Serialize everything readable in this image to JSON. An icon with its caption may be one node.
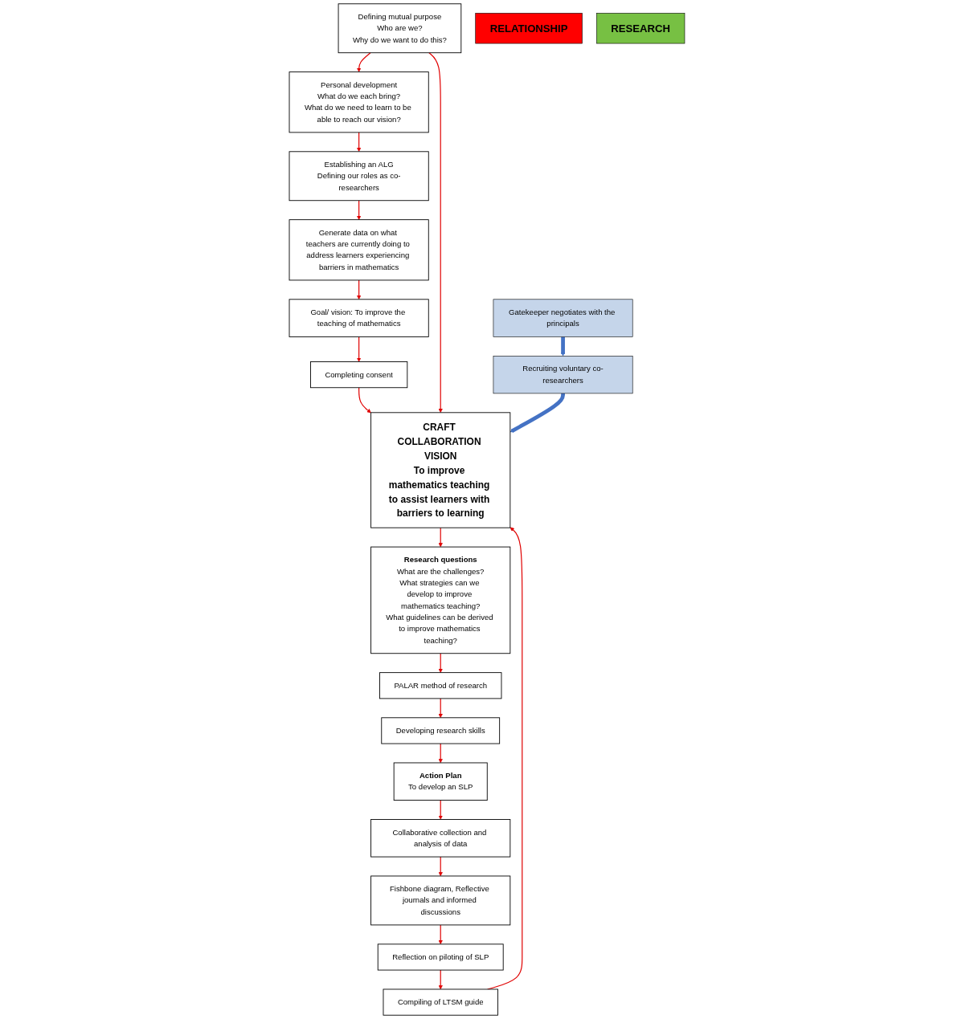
{
  "diagram": {
    "nodes": [
      {
        "text": [
          "Generate data on what teachers are currently doing to address learners experiencing barriers in mathematics"
        ]
      },
      {
        "text": [
          "Establishing an ALG",
          "Defining our roles as co-researchers"
        ]
      },
      {
        "text": [
          "Personal development",
          "What do we each bring?",
          "What do we need to learn to be able to reach our vision?"
        ]
      },
      {
        "text": [
          "Defining mutual purpose",
          "Who are we?",
          "Why do we want to do this?"
        ]
      },
      {
        "text": [
          "CRAFT COLLABORATION VISION",
          "To improve mathematics teaching to assist learners with barriers to learning"
        ]
      },
      {
        "text": [
          "Research questions",
          "What are the challenges?",
          "What strategies can we develop to improve mathematics teaching?",
          "What guidelines can be derived to improve mathematics teaching?"
        ]
      },
      {
        "text": [
          "PALAR method of research"
        ]
      },
      {
        "text": [
          "Developing research skills"
        ]
      },
      {
        "text": [
          "Action Plan",
          "To develop an SLP"
        ]
      },
      {
        "text": [
          "Collaborative collection and analysis of data"
        ]
      },
      {
        "text": [
          "Fishbone diagram, Reflective journals and informed discussions"
        ]
      },
      {
        "text": [
          "Reflection on piloting of SLP"
        ]
      },
      {
        "text": [
          "Compiling of LTSM guide"
        ]
      },
      {
        "text": [
          "Completing consent"
        ]
      },
      {
        "text": [
          "Goal/ vision: To improve the teaching of mathematics"
        ]
      },
      {
        "text": [
          "Gatekeeper negotiates with the principals"
        ]
      },
      {
        "text": [
          "Recruiting voluntary co-researchers"
        ]
      },
      {
        "text": [
          "RELATIONSHIP"
        ]
      },
      {
        "text": [
          "RESEARCH"
        ]
      }
    ],
    "edges": [
      {
        "from": 3,
        "to": 2,
        "arrow": "to"
      },
      {
        "from": 2,
        "to": 1,
        "arrow": "to"
      },
      {
        "from": 1,
        "to": 0,
        "arrow": "to"
      },
      {
        "from": 0,
        "to": 14,
        "arrow": "to"
      },
      {
        "from": 14,
        "to": 13,
        "arrow": "to"
      },
      {
        "from": 13,
        "to": 4,
        "arrow": "to"
      },
      {
        "from": 3,
        "to": 4,
        "arrow": "to"
      },
      {
        "from": 4,
        "to": 5,
        "arrow": "to"
      },
      {
        "from": 5,
        "to": 6,
        "arrow": "to"
      },
      {
        "from": 6,
        "to": 7,
        "arrow": "to"
      },
      {
        "from": 7,
        "to": 8,
        "arrow": "to"
      },
      {
        "from": 8,
        "to": 9,
        "arrow": "to"
      },
      {
        "from": 9,
        "to": 10,
        "arrow": "to"
      },
      {
        "from": 10,
        "to": 11,
        "arrow": "to"
      },
      {
        "from": 11,
        "to": 12,
        "arrow": "to"
      },
      {
        "from": 12,
        "to": 4,
        "arrow": "to"
      },
      {
        "from": 15,
        "to": 16,
        "arrow": "to",
        "style": "thick",
        "color": "#4472c4"
      },
      {
        "from": 16,
        "to": 4,
        "arrow": "to",
        "style": "thick",
        "color": "#4472c4"
      }
    ]
  }
}
